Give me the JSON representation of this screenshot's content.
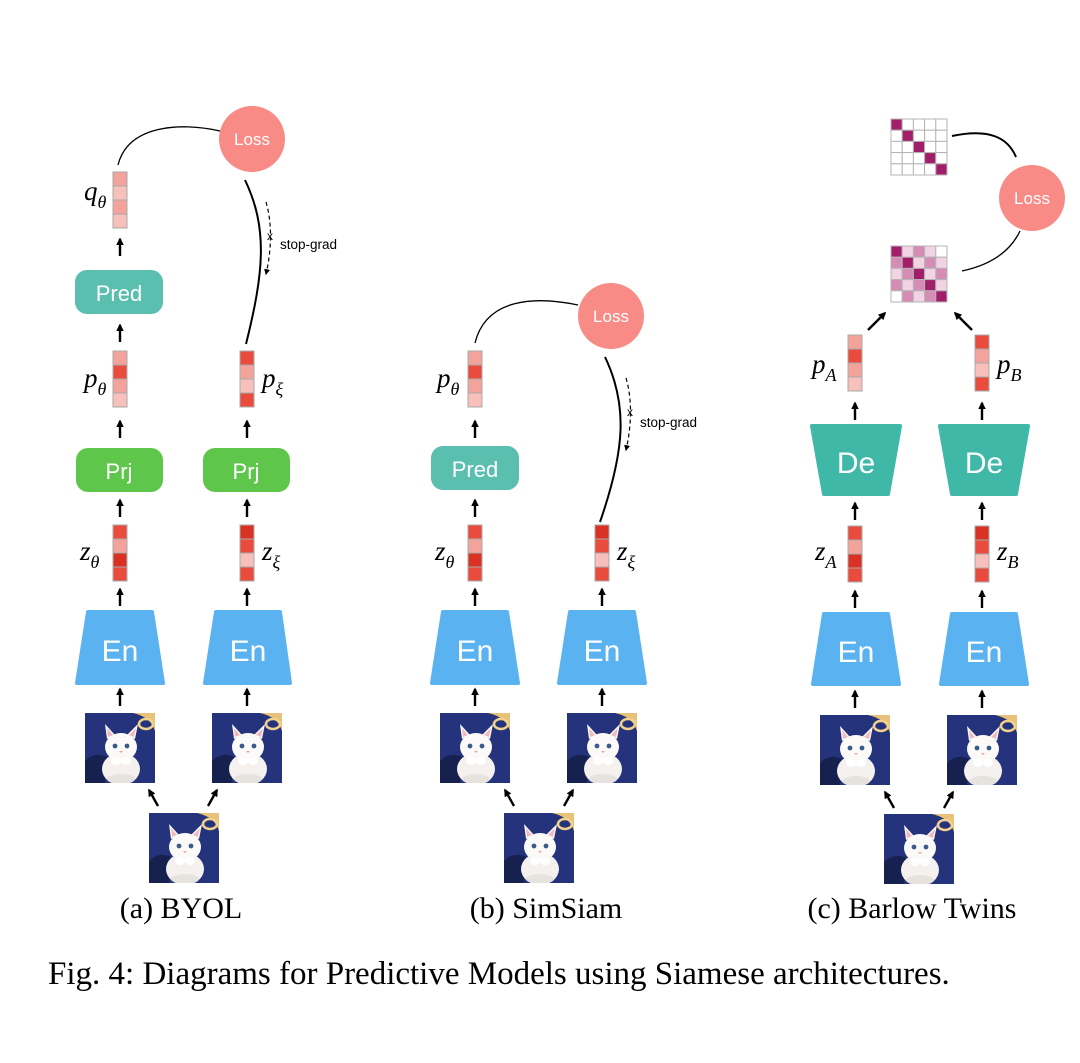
{
  "labels": {
    "loss": "Loss",
    "pred": "Pred",
    "prj": "Prj",
    "en": "En",
    "de": "De",
    "stop_grad": "stop-grad"
  },
  "vars": {
    "q_theta": {
      "base": "q",
      "sub": "θ"
    },
    "p_theta": {
      "base": "p",
      "sub": "θ"
    },
    "p_xi": {
      "base": "p",
      "sub": "ξ"
    },
    "z_theta": {
      "base": "z",
      "sub": "θ"
    },
    "z_xi": {
      "base": "z",
      "sub": "ξ"
    },
    "p_A": {
      "base": "p",
      "sub": "A"
    },
    "p_B": {
      "base": "p",
      "sub": "B"
    },
    "z_A": {
      "base": "z",
      "sub": "A"
    },
    "z_B": {
      "base": "z",
      "sub": "B"
    }
  },
  "subcaptions": {
    "a": "(a) BYOL",
    "b": "(b) SimSiam",
    "c": "(c) Barlow Twins"
  },
  "caption": "Fig. 4: Diagrams for Predictive Models using Siamese architectures.",
  "colors": {
    "loss": "#f88b86",
    "pred": "#5bbfb0",
    "prj": "#5ec64b",
    "en": "#5ab2f0",
    "de": "#3fb8a8",
    "vector_cells": [
      "#f3a39c",
      "#e94b3c",
      "#d93225",
      "#f7c0ba"
    ],
    "matrix": [
      "#a21e6a",
      "#d68db5",
      "#f1d3e3"
    ]
  },
  "icons": {
    "input_image": "kitten-photo-icon",
    "correlation_matrix": "correlation-matrix-icon",
    "identity_matrix": "identity-matrix-icon"
  }
}
